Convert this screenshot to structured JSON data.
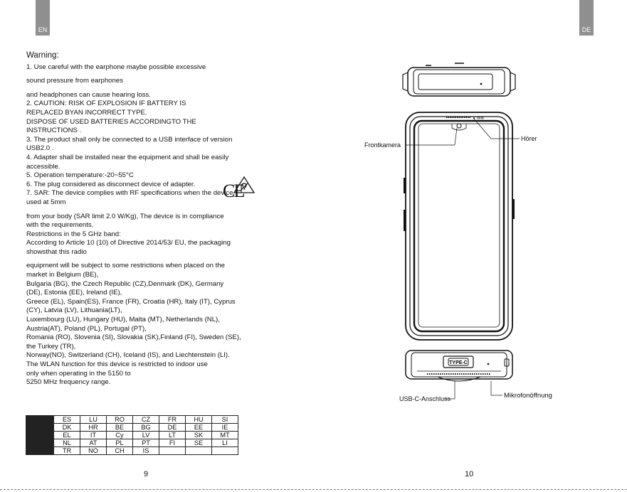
{
  "tabs": {
    "left": "EN",
    "right": "DE"
  },
  "warning": {
    "heading": "Warning:",
    "lines": [
      "1. Use careful with the earphone maybe possible excessive",
      "",
      "sound pressure from earphones",
      "",
      "and headphones can cause hearing loss.",
      "2. CAUTION:  RISK OF EXPLOSION IF BATTERY IS",
      "REPLACED BYAN  INCORRECT TYPE.",
      "DISPOSE OF USED BATTERIES ACCORDINGTO THE",
      "INSTRUCTIONS .",
      "3. The product shall only be connected to a USB interface of version",
      "USB2.0 .",
      "4.  Adapter shall be installed near the equipment and shall be easily",
      "accessible.",
      "5.  Operation  temperature:-20~55°C",
      "6. The plug considered as disconnect device of adapter.",
      "7.  SAR: The device complies with RF specifications when the device",
      "used at 5mm",
      "",
      "from your body (SAR limit 2.0  W/Kg), The device is in compliance",
      "with the requirements.",
      "Restrictions in the 5 GHz band:",
      "According to Article 10 (10) of Directive 2014/53/ EU, the packaging",
      "showsthat this radio",
      "",
      "equipment will be subject to some restrictions when placed on the",
      "market in Belgium (BE),",
      "Bulgaria (BG), the Czech Republic (CZ),Denmark    (DK), Germany",
      "(DE), Estonia (EE), Ireland (IE),",
      " Greece (EL), Spain(ES), France (FR), Croatia (HR), Italy (IT), Cyprus",
      "(CY), Latvia (LV), Lithuania(LT),",
      "Luxembourg (LU), Hungary (HU), Malta (MT), Netherlands (NL),",
      "Austria(AT), Poland  (PL), Portugal (PT),",
      "Romania (RO), Slovenia (SI), Slovakia (SK),Finland (FI), Sweden (SE),",
      "the Turkey (TR),",
      "Norway(NO), Switzerland (CH), Iceland (IS), and Liechtenstein (LI).",
      "The WLAN function for this device is restricted to indoor use",
      " only when operating in the 5150  to",
      "5250  MHz frequency range."
    ]
  },
  "marks": {
    "ce": "CE"
  },
  "country_table": [
    [
      "ES",
      "LU",
      "RO",
      "CZ",
      "FR",
      "HU",
      "SI"
    ],
    [
      "DK",
      "HR",
      "BE",
      "BG",
      "DE",
      "EE",
      "IE"
    ],
    [
      "EL",
      "IT",
      "Cy",
      "LV",
      "LT",
      "SK",
      "MT"
    ],
    [
      "NL",
      "AT",
      "PL",
      "PT",
      "FI",
      "SE",
      "LI"
    ],
    [
      "TR",
      "NO",
      "CH",
      "IS",
      "",
      "",
      ""
    ]
  ],
  "diagram": {
    "label_front_camera": "Frontkamera",
    "label_earpiece": "Hörer",
    "label_usb": "USB-C-Anschluss",
    "label_mic": "Mikrofonöffnung",
    "port_text": "TYPE-C"
  },
  "page_numbers": {
    "left": "9",
    "right": "10"
  }
}
